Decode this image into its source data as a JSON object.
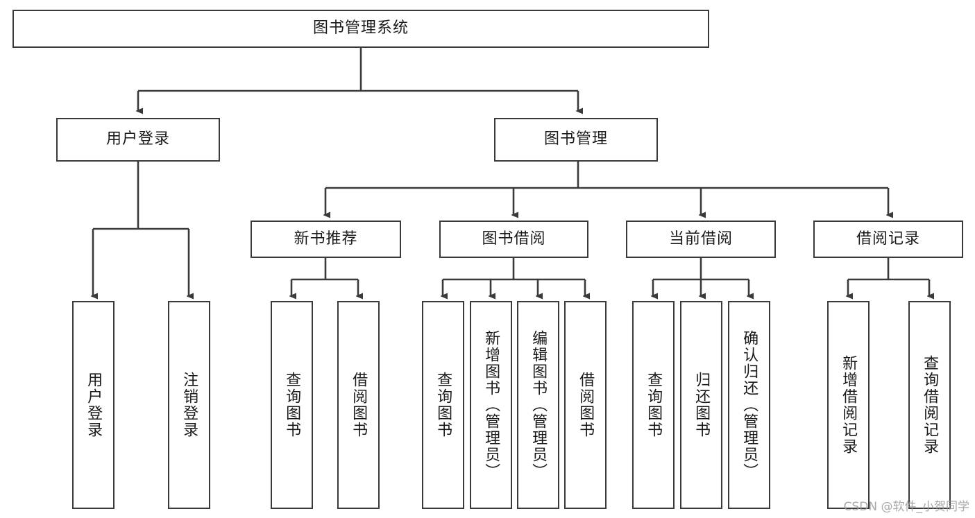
{
  "diagram": {
    "title": "图书管理系统",
    "type": "tree-hierarchy",
    "root": {
      "label": "图书管理系统"
    },
    "level2": [
      {
        "label": "用户登录"
      },
      {
        "label": "图书管理"
      }
    ],
    "level3": [
      {
        "label": "新书推荐"
      },
      {
        "label": "图书借阅"
      },
      {
        "label": "当前借阅"
      },
      {
        "label": "借阅记录"
      }
    ],
    "leaves": {
      "user_login": [
        {
          "label": "用户登录"
        },
        {
          "label": "注销登录"
        }
      ],
      "new_book_recommend": [
        {
          "label": "查询图书"
        },
        {
          "label": "借阅图书"
        }
      ],
      "book_borrow": [
        {
          "label": "查询图书"
        },
        {
          "label": "新增图书（管理员）"
        },
        {
          "label": "编辑图书（管理员）"
        },
        {
          "label": "借阅图书"
        }
      ],
      "current_borrow": [
        {
          "label": "查询图书"
        },
        {
          "label": "归还图书"
        },
        {
          "label": "确认归还（管理员）"
        }
      ],
      "borrow_record": [
        {
          "label": "新增借阅记录"
        },
        {
          "label": "查询借阅记录"
        }
      ]
    }
  },
  "watermark": {
    "text": "CSDN @软件_小贺同学"
  },
  "colors": {
    "border": "#3a3a3a",
    "text": "#1a1a1a",
    "background": "#ffffff",
    "watermark": "#9a9a9a"
  }
}
